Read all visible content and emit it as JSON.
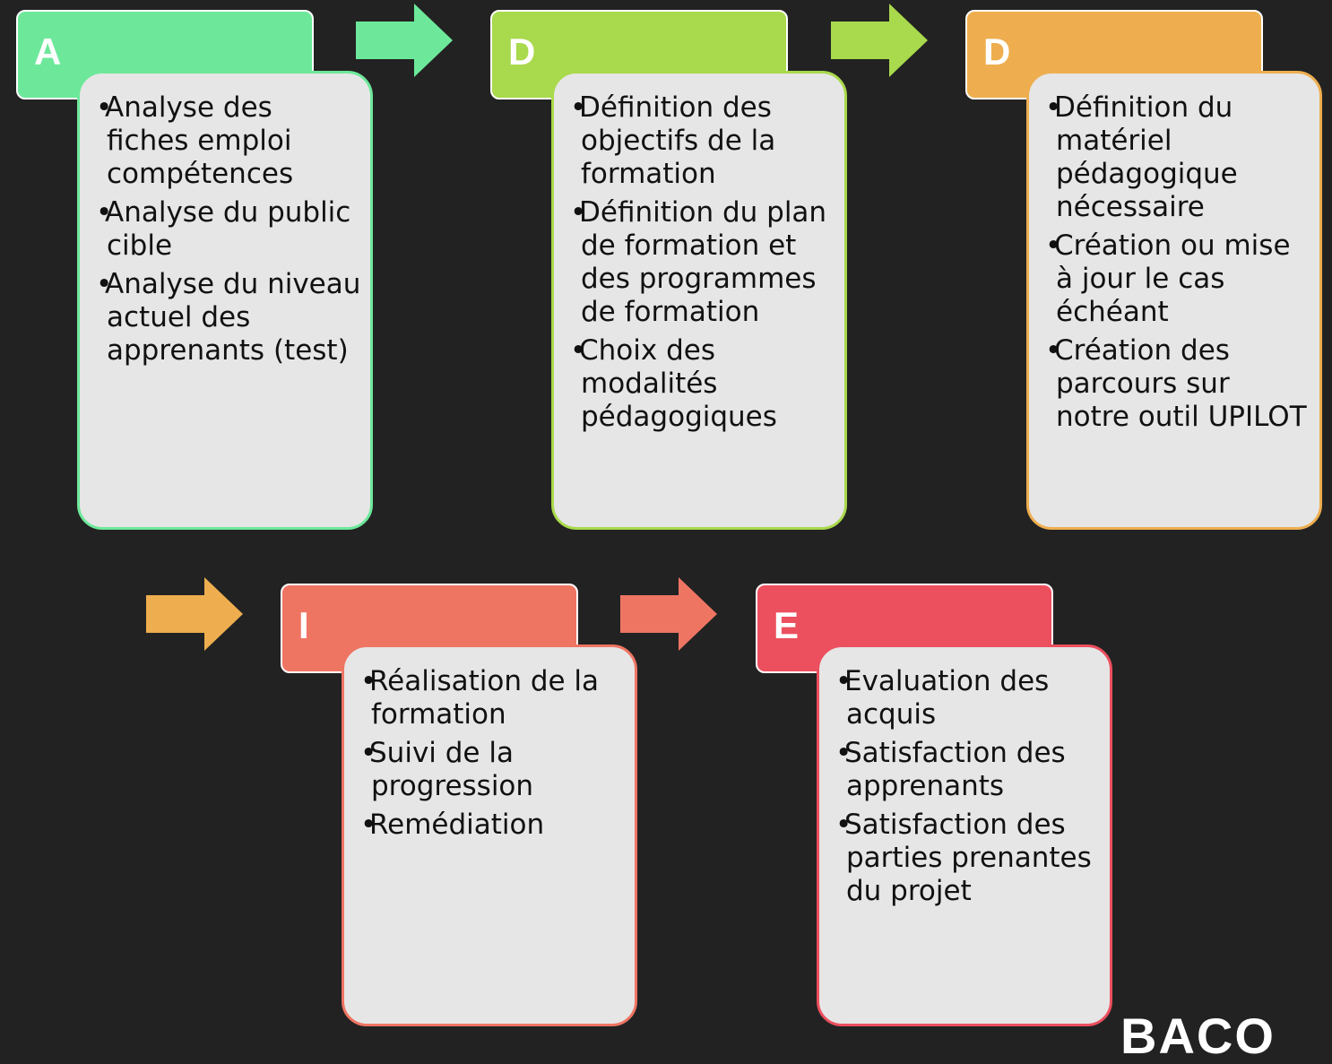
{
  "colors": {
    "background": "#222222",
    "green": "#6de89a",
    "lime": "#a9d94c",
    "orange": "#eeae4f",
    "coral": "#ef7563",
    "red": "#ec4f5e",
    "box_fill": "#e6e6e6"
  },
  "phases": [
    {
      "letter": "A",
      "items": [
        "Analyse des fiches emploi compétences",
        "Analyse du public cible",
        "Analyse du niveau actuel des apprenants (test)"
      ]
    },
    {
      "letter": "D",
      "items": [
        "Définition des objectifs de la formation",
        "Définition du plan de formation et des programmes de formation",
        "Choix des modalités pédagogiques"
      ]
    },
    {
      "letter": "D",
      "items": [
        "Définition du matériel pédagogique nécessaire",
        "Création ou mise à jour le cas échéant",
        "Création des parcours sur notre outil UPILOT"
      ]
    },
    {
      "letter": "I",
      "items": [
        "Réalisation de la formation",
        "Suivi de la progression",
        "Remédiation"
      ]
    },
    {
      "letter": "E",
      "items": [
        "Evaluation des acquis",
        "Satisfaction des apprenants",
        "Satisfaction des parties prenantes du projet"
      ]
    }
  ],
  "arrows": [
    {
      "from": "A",
      "to": "D",
      "color_key": "green"
    },
    {
      "from": "D",
      "to": "D",
      "color_key": "lime"
    },
    {
      "from": "D",
      "to": "I",
      "color_key": "orange"
    },
    {
      "from": "I",
      "to": "E",
      "color_key": "coral"
    }
  ],
  "logo_text": "BACO"
}
